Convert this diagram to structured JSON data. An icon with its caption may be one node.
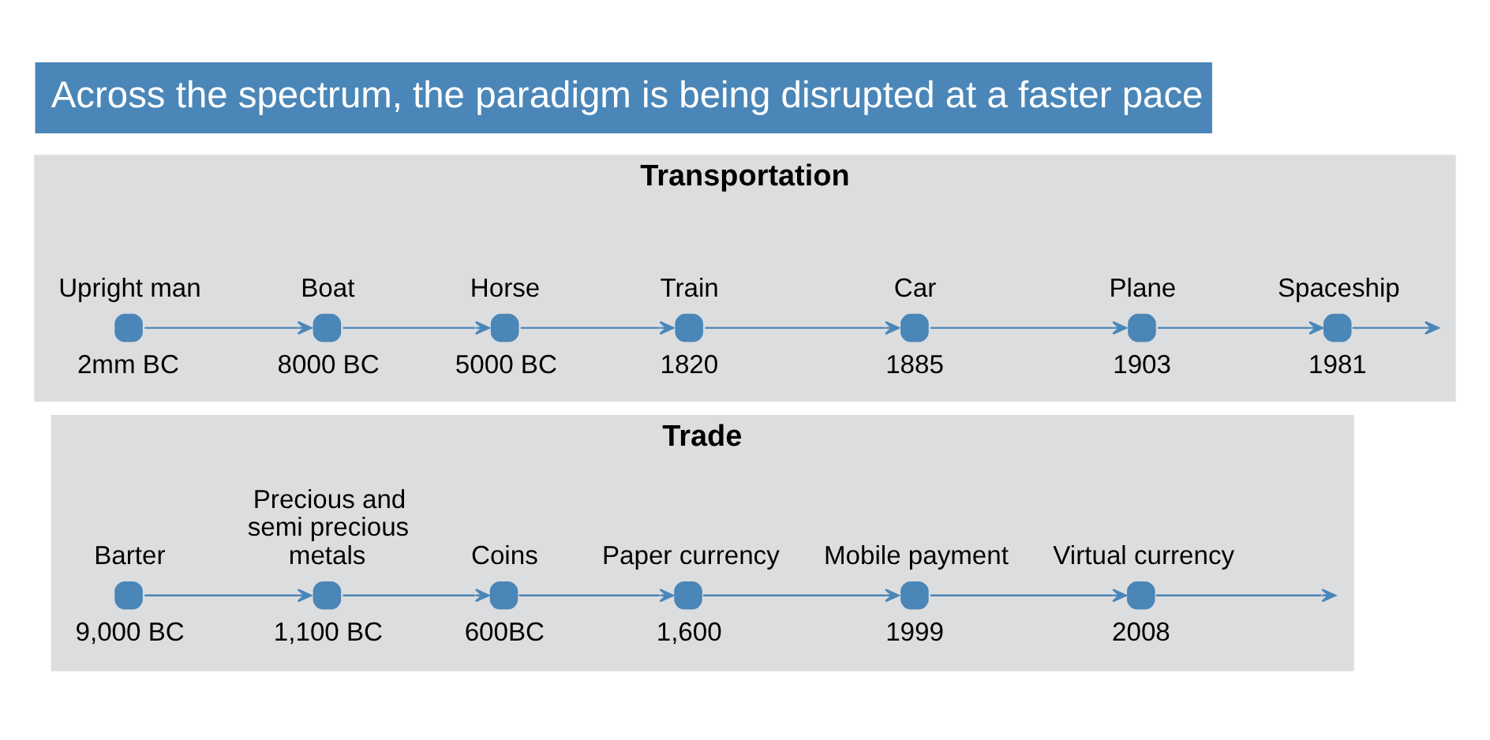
{
  "diagram": {
    "title": "Across the spectrum, the paradigm is being disrupted at a faster pace",
    "nodes": [
      {
        "text": [
          "Transportation"
        ]
      },
      {
        "text": [
          "Upright man"
        ],
        "beside": [
          "2mm BC"
        ],
        "in": 0
      },
      {
        "text": [
          "Boat"
        ],
        "beside": [
          "8000 BC"
        ],
        "in": 0
      },
      {
        "text": [
          "Horse"
        ],
        "beside": [
          "5000 BC"
        ],
        "in": 0
      },
      {
        "text": [
          "Train"
        ],
        "beside": [
          "1820"
        ],
        "in": 0
      },
      {
        "text": [
          "Car"
        ],
        "beside": [
          "1885"
        ],
        "in": 0
      },
      {
        "text": [
          "Plane"
        ],
        "beside": [
          "1903"
        ],
        "in": 0
      },
      {
        "text": [
          "Spaceship"
        ],
        "beside": [
          "1981"
        ],
        "in": 0
      },
      {
        "text": [
          "Trade"
        ]
      },
      {
        "text": [
          "Barter"
        ],
        "beside": [
          "9,000 BC"
        ],
        "in": 8
      },
      {
        "text": [
          "Precious and semi precious metals"
        ],
        "beside": [
          "1,100 BC"
        ],
        "in": 8
      },
      {
        "text": [
          "Coins"
        ],
        "beside": [
          "600BC"
        ],
        "in": 8
      },
      {
        "text": [
          "Paper currency"
        ],
        "beside": [
          "1,600"
        ],
        "in": 8
      },
      {
        "text": [
          "Mobile payment"
        ],
        "beside": [
          "1999"
        ],
        "in": 8
      },
      {
        "text": [
          "Virtual currency"
        ],
        "beside": [
          "2008"
        ],
        "in": 8
      }
    ],
    "edges": [
      {
        "from": 1,
        "to": 2,
        "arrow": "to"
      },
      {
        "from": 2,
        "to": 3,
        "arrow": "to"
      },
      {
        "from": 3,
        "to": 4,
        "arrow": "to"
      },
      {
        "from": 4,
        "to": 5,
        "arrow": "to"
      },
      {
        "from": 5,
        "to": 6,
        "arrow": "to"
      },
      {
        "from": 6,
        "to": 7,
        "arrow": "to"
      },
      {
        "from": 7,
        "to": null,
        "arrow": "to"
      },
      {
        "from": 9,
        "to": 10,
        "arrow": "to"
      },
      {
        "from": 10,
        "to": 11,
        "arrow": "to"
      },
      {
        "from": 11,
        "to": 12,
        "arrow": "to"
      },
      {
        "from": 12,
        "to": 13,
        "arrow": "to"
      },
      {
        "from": 13,
        "to": 14,
        "arrow": "to"
      },
      {
        "from": 14,
        "to": null,
        "arrow": "to"
      }
    ]
  }
}
